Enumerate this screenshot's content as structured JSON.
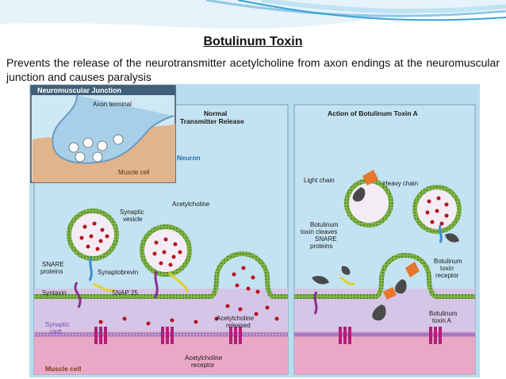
{
  "slide": {
    "title": "Botulinum Toxin",
    "subtitle": "Prevents the release of the neurotransmitter acetylcholine from axon endings at the neuromuscular junction and causes paralysis"
  },
  "inset": {
    "heading": "Neuromuscular Junction",
    "axon_terminal": "Axon terminal",
    "muscle_cell": "Muscle cell"
  },
  "panel_left": {
    "title_line1": "Normal",
    "title_line2": "Transmitter Release",
    "neuron": "Neuron",
    "acetylcholine": "Acetylcholine",
    "synaptic_vesicle_1": "Synaptic",
    "synaptic_vesicle_2": "vesicle",
    "snare_1": "SNARE",
    "snare_2": "proteins",
    "synaptobrevin": "Synaptobrevin",
    "syntaxin": "Syntaxin",
    "snap25": "SNAP 25",
    "ach_released_1": "Acetylcholine",
    "ach_released_2": "released",
    "synaptic_cleft_1": "Synaptic",
    "synaptic_cleft_2": "cleft",
    "ach_receptor_1": "Acetylcholine",
    "ach_receptor_2": "receptor",
    "muscle_cell": "Muscle cell"
  },
  "panel_right": {
    "title": "Action of Botulinum Toxin A",
    "light_chain": "Light chain",
    "heavy_chain": "Heavy chain",
    "cleaves_1": "Botulinum",
    "cleaves_2": "toxin cleaves",
    "cleaves_3": "SNARE",
    "cleaves_4": "proteins",
    "receptor_1": "Botulinum",
    "receptor_2": "toxin",
    "receptor_3": "receptor",
    "toxin_1": "Botulinum",
    "toxin_2": "toxin A"
  },
  "colors": {
    "background_blue": "#b9dcef",
    "membrane_green": "#6fa83a",
    "vesicle_fill": "#f3ecf5",
    "ach_red": "#b3121d",
    "cleft_lavender": "#d5c5e6",
    "muscle_pink": "#eaa8c6",
    "receptor_magenta": "#b51e77",
    "toxin_orange": "#e8762c",
    "toxin_gray": "#4a4a4a"
  }
}
